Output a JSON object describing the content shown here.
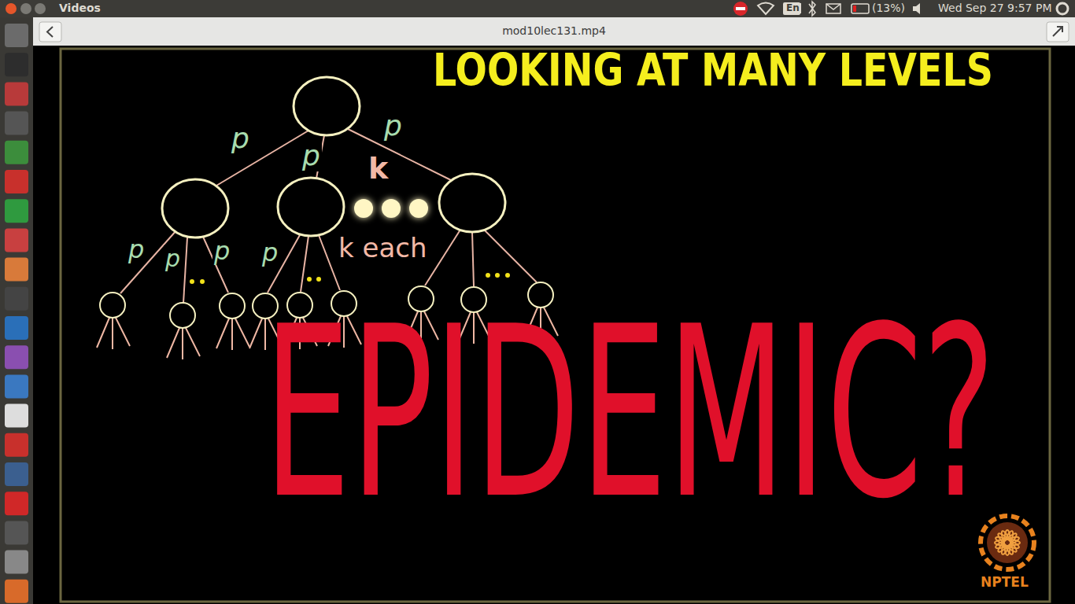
{
  "diagram": {
    "title": "LOOKING AT MANY LEVELS",
    "labels": [
      "Videos",
      "mod10lec131.mp4",
      "En",
      "(13%)",
      "Wed Sep 27  9:57 PM",
      "p",
      "p",
      "p",
      "k",
      "p",
      "p",
      "p",
      "p",
      "k each",
      "EPIDEMIC?",
      "NPTEL"
    ]
  }
}
